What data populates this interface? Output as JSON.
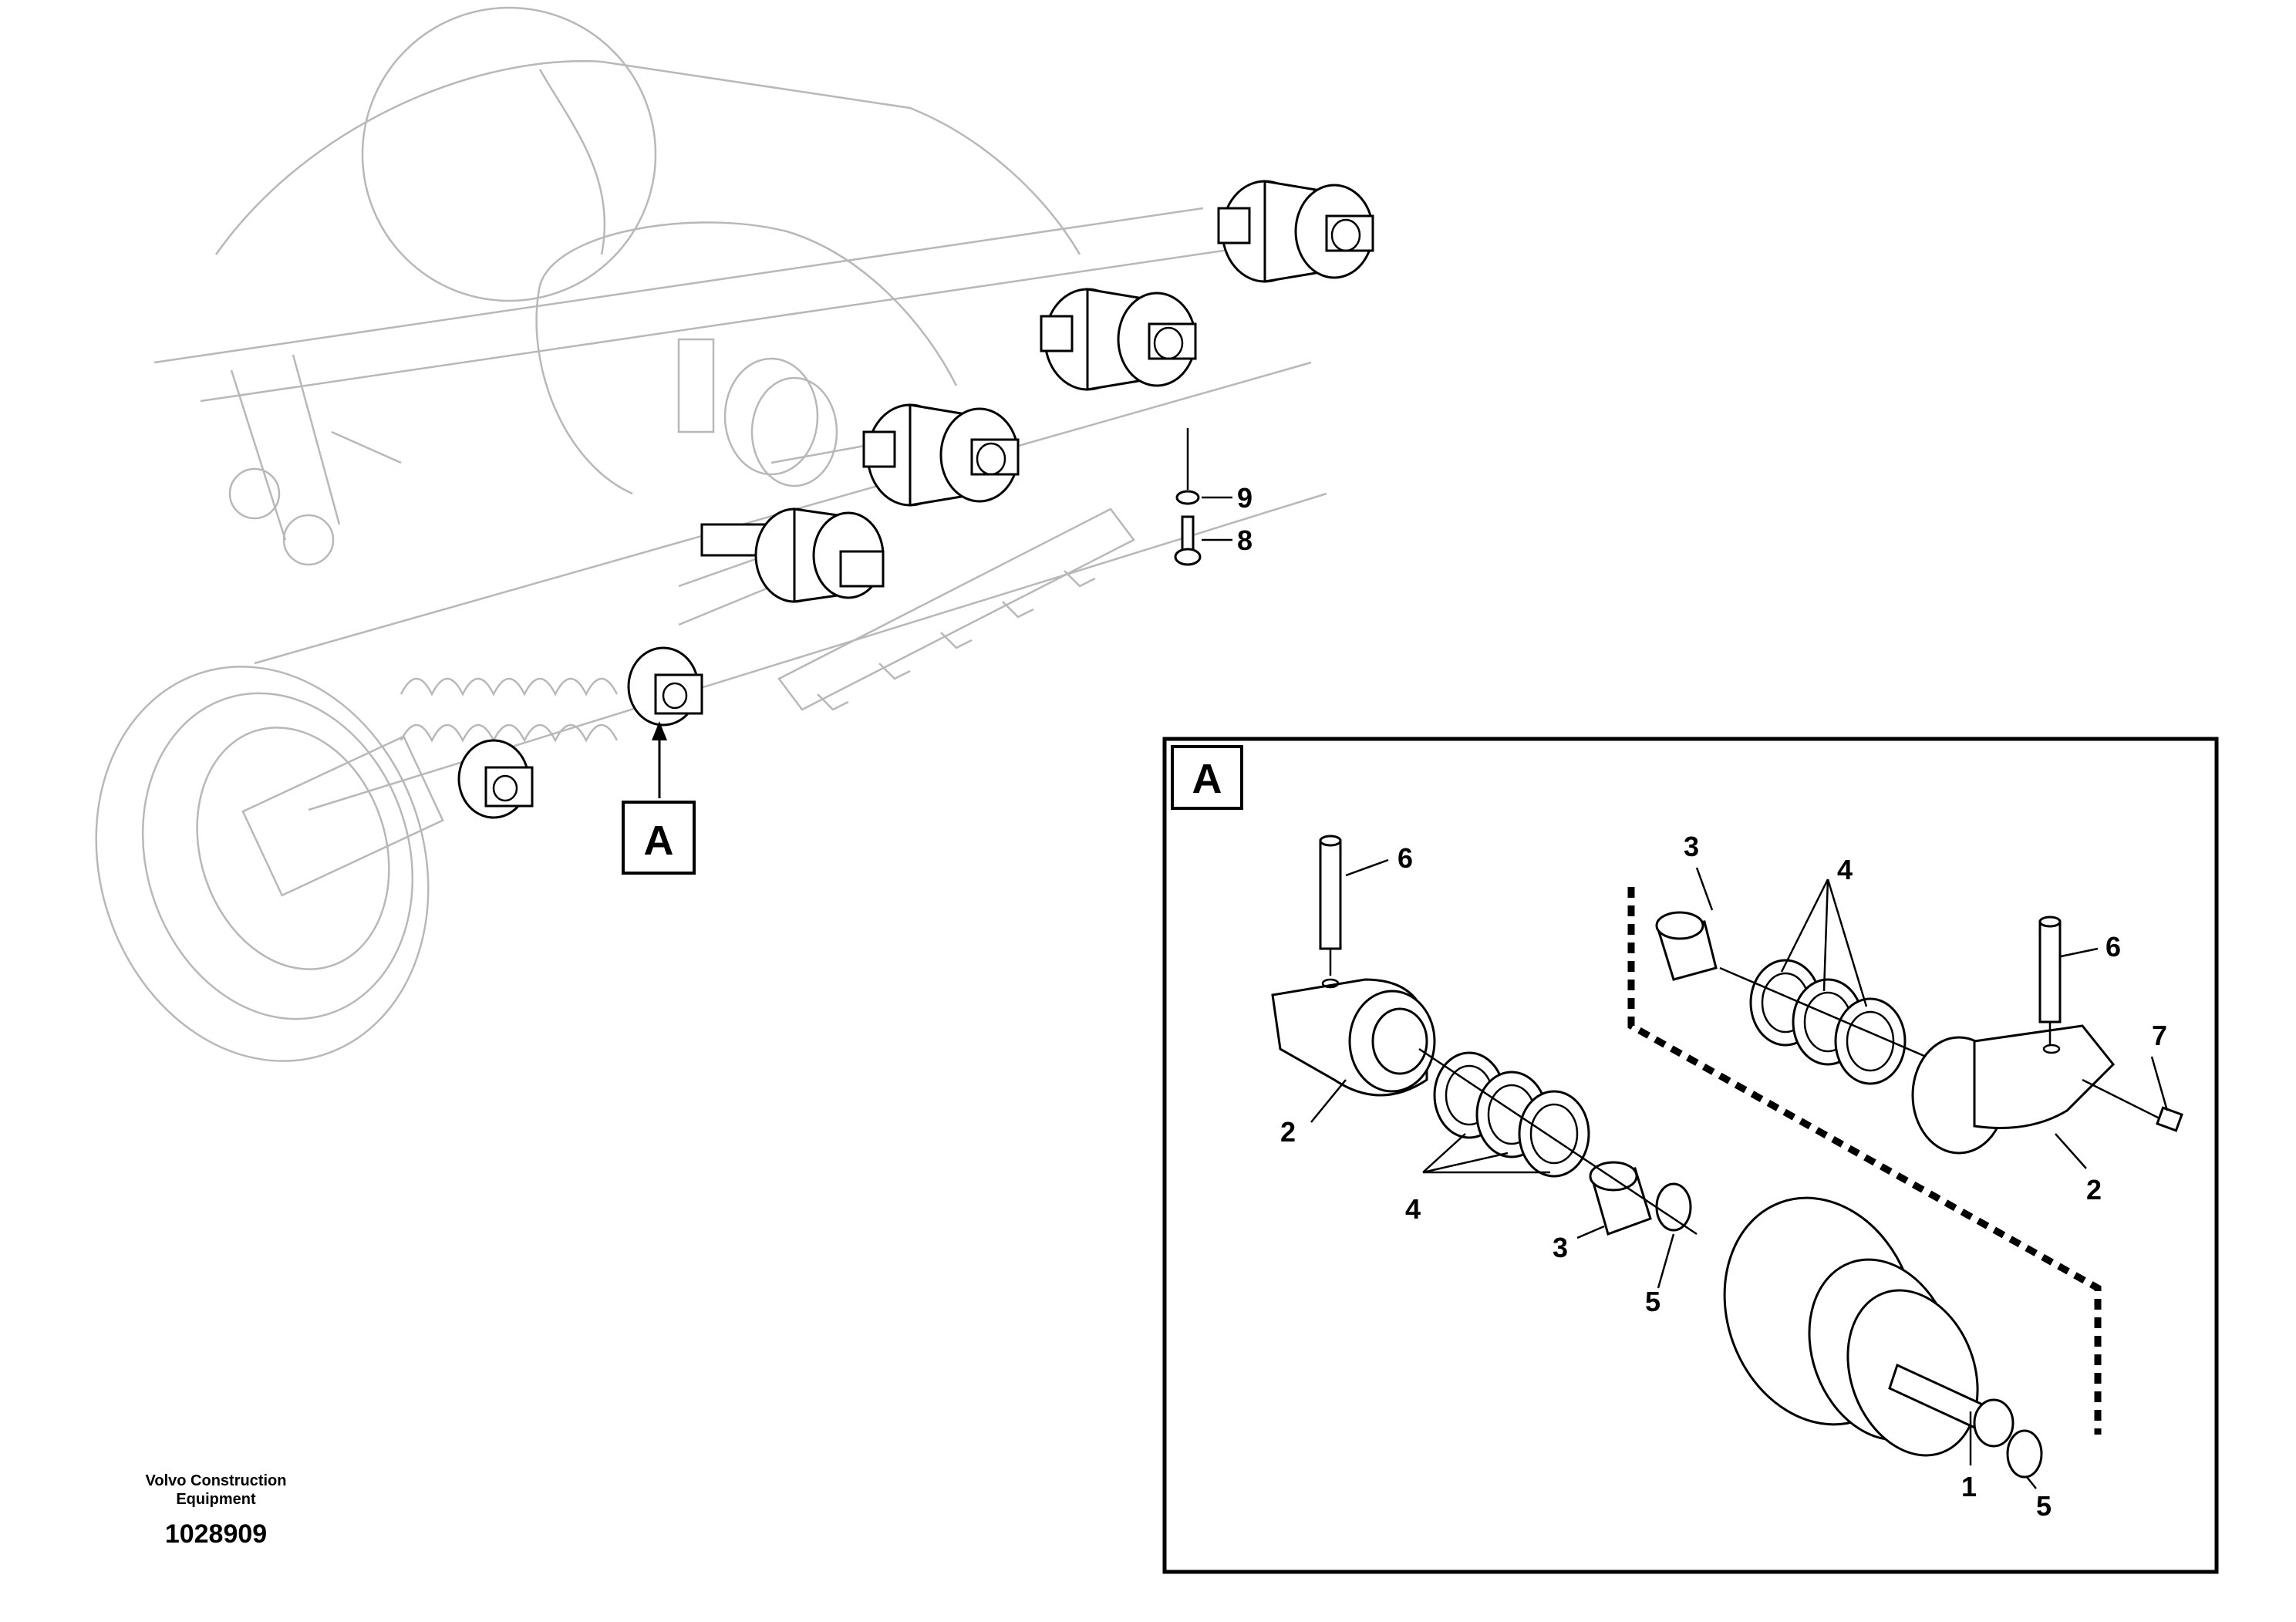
{
  "diagram": {
    "overview_labels": [
      {
        "id": "9",
        "text": "9"
      },
      {
        "id": "8",
        "text": "8"
      }
    ],
    "callout_box_label": "A",
    "detail_box_label": "A",
    "detail_labels": [
      {
        "id": "6a",
        "text": "6"
      },
      {
        "id": "3a",
        "text": "3"
      },
      {
        "id": "4a",
        "text": "4"
      },
      {
        "id": "6b",
        "text": "6"
      },
      {
        "id": "7",
        "text": "7"
      },
      {
        "id": "2a",
        "text": "2"
      },
      {
        "id": "2b",
        "text": "2"
      },
      {
        "id": "4b",
        "text": "4"
      },
      {
        "id": "3b",
        "text": "3"
      },
      {
        "id": "5a",
        "text": "5"
      },
      {
        "id": "1",
        "text": "1"
      },
      {
        "id": "5b",
        "text": "5"
      }
    ]
  },
  "footer": {
    "brand_line1": "Volvo Construction",
    "brand_line2": "Equipment",
    "drawing_number": "1028909"
  }
}
